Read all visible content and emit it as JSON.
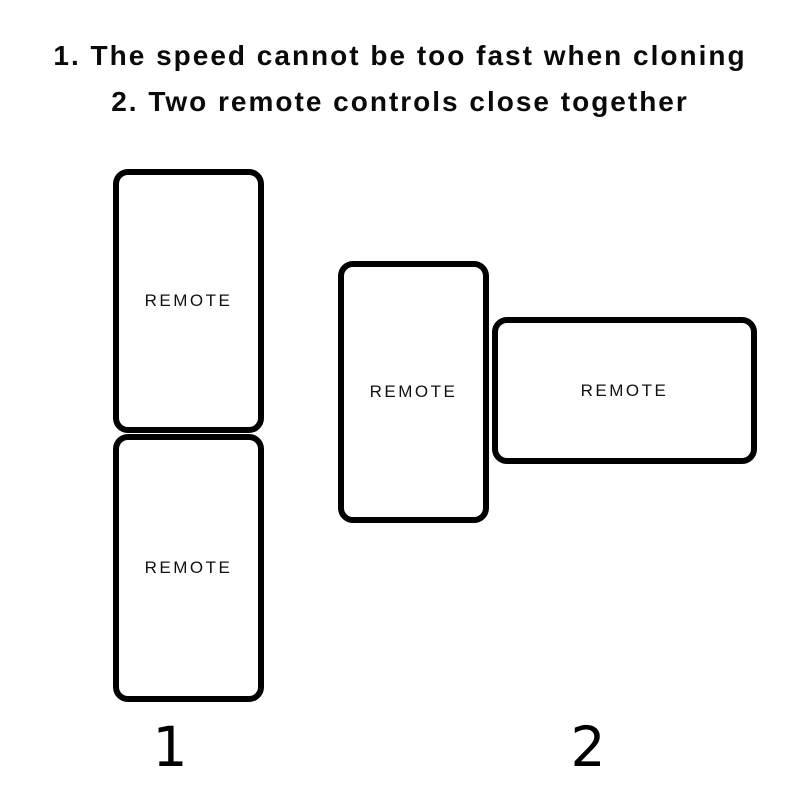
{
  "title": {
    "line1": "1. The speed cannot be too fast when cloning",
    "line2": "2. Two remote controls close together"
  },
  "figure1": {
    "number": "1",
    "remote_top": "REMOTE",
    "remote_bottom": "REMOTE"
  },
  "figure2": {
    "number": "2",
    "remote_vertical": "REMOTE",
    "remote_horizontal": "REMOTE"
  },
  "colors": {
    "background": "#ffffff",
    "outline": "#000000",
    "text": "#000000"
  }
}
